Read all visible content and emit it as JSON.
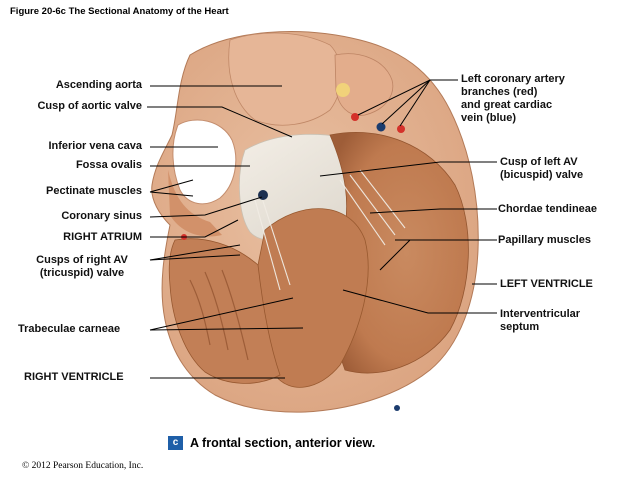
{
  "figure_title": "Figure 20-6c  The Sectional Anatomy of the Heart",
  "caption": {
    "badge": "c",
    "text": "A frontal section, anterior view."
  },
  "copyright": "© 2012 Pearson Education, Inc.",
  "labels_left": {
    "ascending_aorta": "Ascending aorta",
    "cusp_aortic_valve": "Cusp of aortic valve",
    "inferior_vena_cava": "Inferior vena cava",
    "fossa_ovalis": "Fossa ovalis",
    "pectinate_muscles": "Pectinate muscles",
    "coronary_sinus": "Coronary sinus",
    "right_atrium": "RIGHT ATRIUM",
    "cusps_right_av": "Cusps of right AV\n(tricuspid) valve",
    "trabeculae_carneae": "Trabeculae carneae",
    "right_ventricle": "RIGHT VENTRICLE"
  },
  "labels_right": {
    "left_coronary_artery": "Left coronary artery\nbranches (red)\nand great cardiac\nvein (blue)",
    "cusp_left_av": "Cusp of left AV\n(bicuspid) valve",
    "chordae_tendineae": "Chordae tendineae",
    "papillary_muscles": "Papillary muscles",
    "left_ventricle": "LEFT VENTRICLE",
    "interventricular_septum": "Interventricular\nseptum"
  },
  "colors": {
    "myocardium": "#c8845a",
    "myocardium_dark": "#a9643e",
    "tendon_white": "#ece6dc",
    "atrium_pink": "#e2a98a",
    "artery_red": "#d4312a",
    "vein_blue": "#1b3c6e",
    "badge_blue": "#1f5fa8"
  }
}
